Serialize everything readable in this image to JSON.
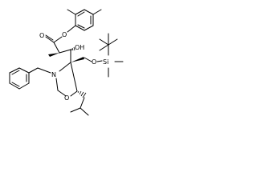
{
  "molecule": {
    "atoms": {
      "ester_O": "O",
      "carbonyl_O": "O",
      "hydroxyl": "OH",
      "ring_N": "N",
      "ring_O": "O",
      "silyl_ether_O": "O",
      "silicon": "Si"
    }
  }
}
